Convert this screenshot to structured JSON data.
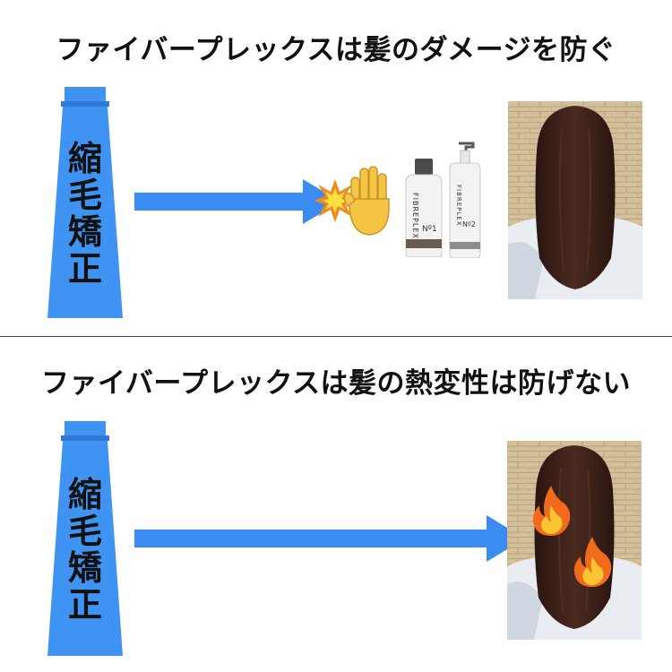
{
  "panels": [
    {
      "heading": "ファイバープレックスは髪のダメージを防ぐ",
      "tube_label": [
        "縮",
        "毛",
        "矯",
        "正"
      ]
    },
    {
      "heading": "ファイバープレックスは髪の熱変性は防げない",
      "tube_label": [
        "縮",
        "毛",
        "矯",
        "正"
      ]
    }
  ],
  "bottles": [
    {
      "brand": "FIBREPLEX",
      "number": "Nº1"
    },
    {
      "brand": "FIBREPLEX",
      "number": "Nº2"
    }
  ],
  "colors": {
    "tube_blue": "#3f93f2",
    "arrow_blue": "#3a8cf2",
    "hair_brown": "#3a2119",
    "brick": "#cdb892"
  },
  "icons": [
    "explosion-icon",
    "raised-hand-icon",
    "fire-icon",
    "fire-icon"
  ]
}
